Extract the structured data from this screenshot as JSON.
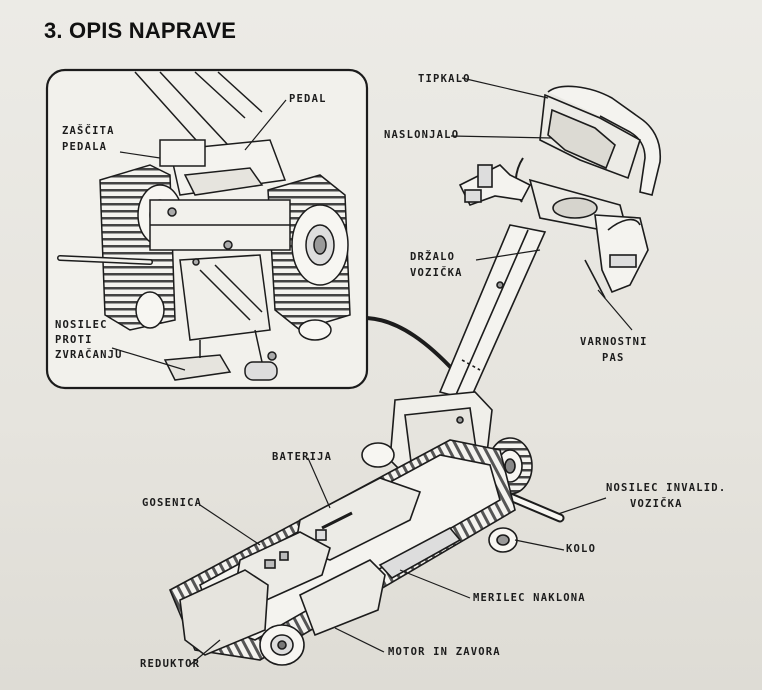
{
  "heading": "3. OPIS NAPRAVE",
  "labels": {
    "pedal": "PEDAL",
    "pedal_guard_line1": "ZAŠČITA",
    "pedal_guard_line2": "PEDALA",
    "anti_tip_line1": "NOSILEC",
    "anti_tip_line2": "PROTI",
    "anti_tip_line3": "ZVRAČANJU",
    "button": "TIPKALO",
    "backrest": "NASLONJALO",
    "holder_line1": "DRŽALO",
    "holder_line2": "VOZIČKA",
    "safety_belt_line1": "VARNOSTNI",
    "safety_belt_line2": "PAS",
    "battery": "BATERIJA",
    "track": "GOSENICA",
    "chair_carrier_line1": "NOSILEC INVALID.",
    "chair_carrier_line2": "VOZIČKA",
    "wheel": "KOLO",
    "inclinometer": "MERILEC NAKLONA",
    "gearbox": "REDUKTOR",
    "motor_brake": "MOTOR IN ZAVORA"
  },
  "colors": {
    "ink": "#1c1c1c",
    "paper": "#e9e7e1",
    "callout_box": "#f2f1ec"
  }
}
